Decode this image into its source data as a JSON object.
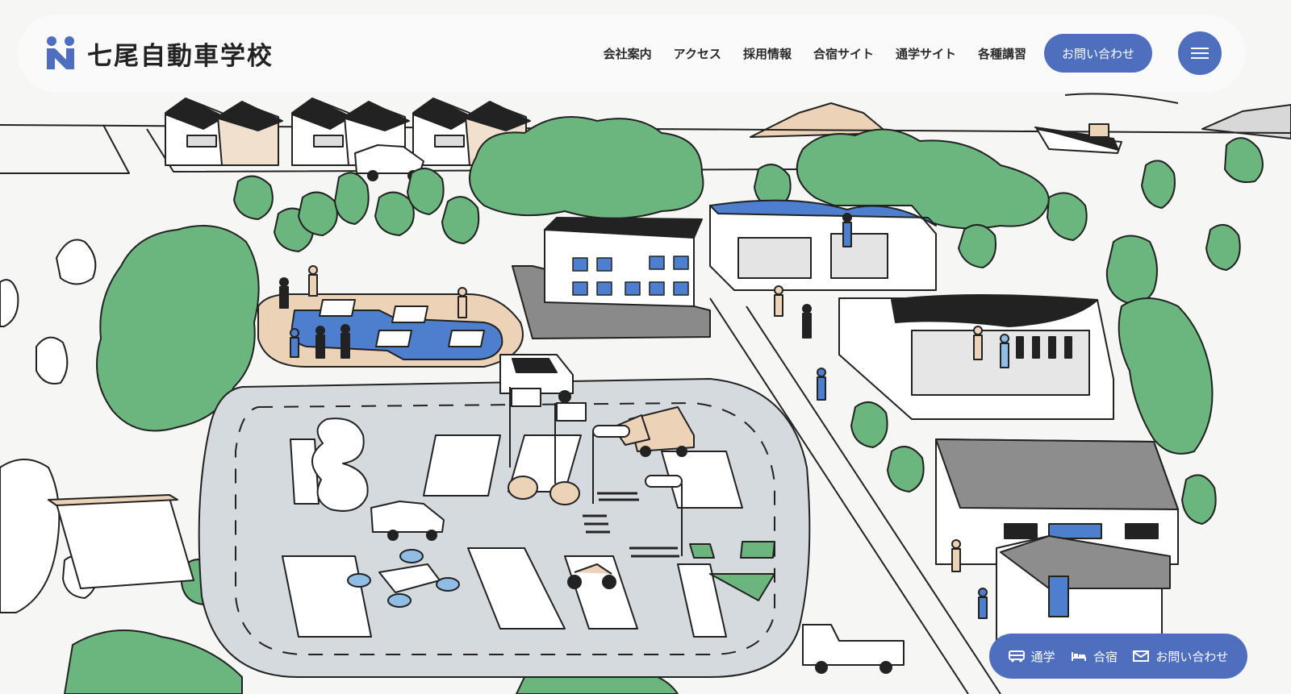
{
  "header": {
    "logo_text": "七尾自動車学校",
    "nav": [
      "会社案内",
      "アクセス",
      "採用情報",
      "合宿サイト",
      "通学サイト",
      "各種講習"
    ],
    "contact_label": "お問い合わせ",
    "menu_icon": "hamburger-icon"
  },
  "floating_bar": {
    "items": [
      {
        "label": "通学",
        "icon": "bus-icon"
      },
      {
        "label": "合宿",
        "icon": "bed-icon"
      },
      {
        "label": "お問い合わせ",
        "icon": "mail-icon"
      }
    ]
  },
  "colors": {
    "accent": "#4d6fbd",
    "tree_green": "#6bb57f",
    "road_gray": "#d5dadf",
    "sand": "#ecd3b8",
    "ink": "#222222"
  }
}
